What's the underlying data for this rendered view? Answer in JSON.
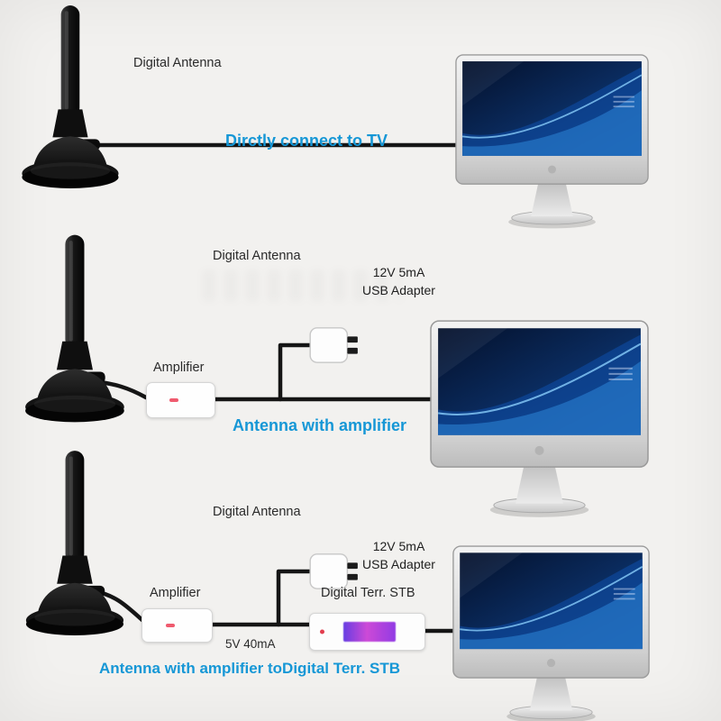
{
  "page": {
    "background": "#f2f1ef"
  },
  "colors": {
    "caption_blue": "#1697d6",
    "cable": "#151515"
  },
  "sections": [
    {
      "id": "direct-connect",
      "antenna_label": "Digital Antenna",
      "caption": "Dirctly connect to TV"
    },
    {
      "id": "with-amplifier",
      "antenna_label": "Digital Antenna",
      "adapter_line1": "12V 5mA",
      "adapter_line2": "USB Adapter",
      "amplifier_label": "Amplifier",
      "caption": "Antenna with amplifier"
    },
    {
      "id": "with-amplifier-stb",
      "antenna_label": "Digital Antenna",
      "adapter_line1": "12V 5mA",
      "adapter_line2": "USB Adapter",
      "amplifier_label": "Amplifier",
      "stb_label": "Digital Terr. STB",
      "power_label": "5V 40mA",
      "caption": "Antenna with amplifier toDigital Terr. STB"
    }
  ]
}
